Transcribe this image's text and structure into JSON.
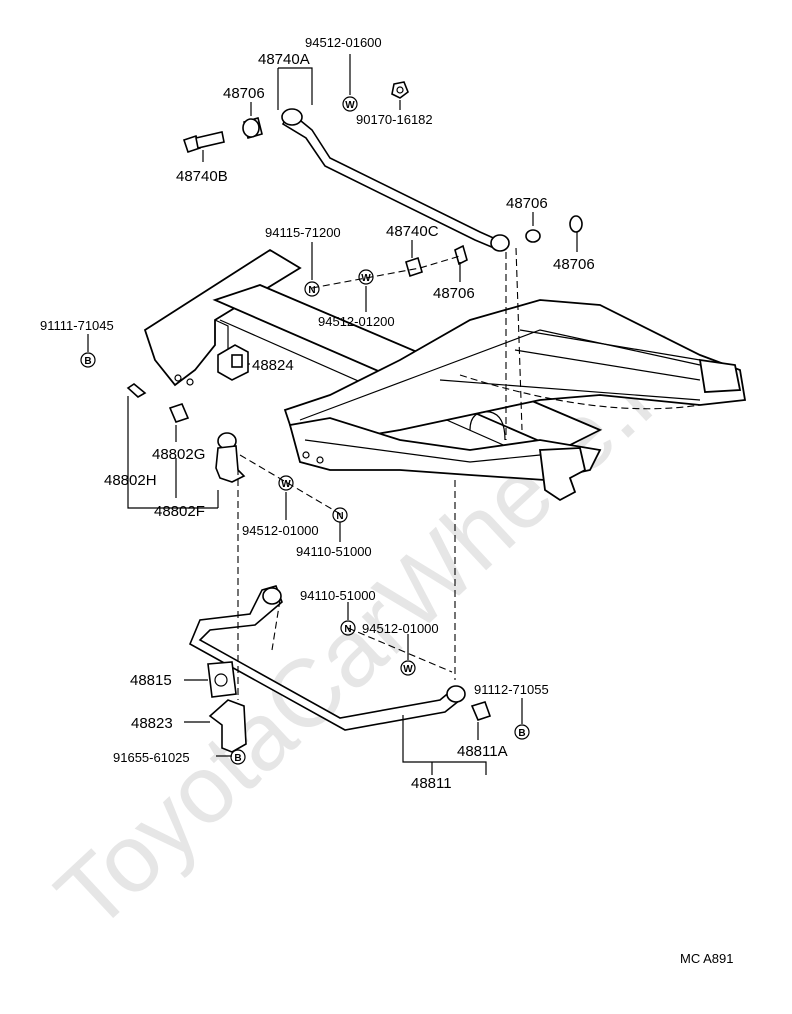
{
  "watermark": "ToyotaCarWhere.ru",
  "diagram_code": "MC A891",
  "symbols": {
    "washer": "W",
    "nut": "N",
    "bolt": "B"
  },
  "labels": {
    "p94512_01600": "94512-01600",
    "p48740A": "48740A",
    "p48706_top": "48706",
    "p90170_16182": "90170-16182",
    "p48740B": "48740B",
    "p48706_right1": "48706",
    "p48706_right2": "48706",
    "p94115_71200": "94115-71200",
    "p48740C": "48740C",
    "p48706_mid": "48706",
    "p94512_01200": "94512-01200",
    "p91111_71045": "91111-71045",
    "p48824": "48824",
    "p48802G": "48802G",
    "p48802H": "48802H",
    "p48802F": "48802F",
    "p94512_01000_a": "94512-01000",
    "p94110_51000_a": "94110-51000",
    "p94110_51000_b": "94110-51000",
    "p94512_01000_b": "94512-01000",
    "p48815": "48815",
    "p91112_71055": "91112-71055",
    "p48823": "48823",
    "p48811A": "48811A",
    "p91655_61025": "91655-61025",
    "p48811": "48811"
  }
}
